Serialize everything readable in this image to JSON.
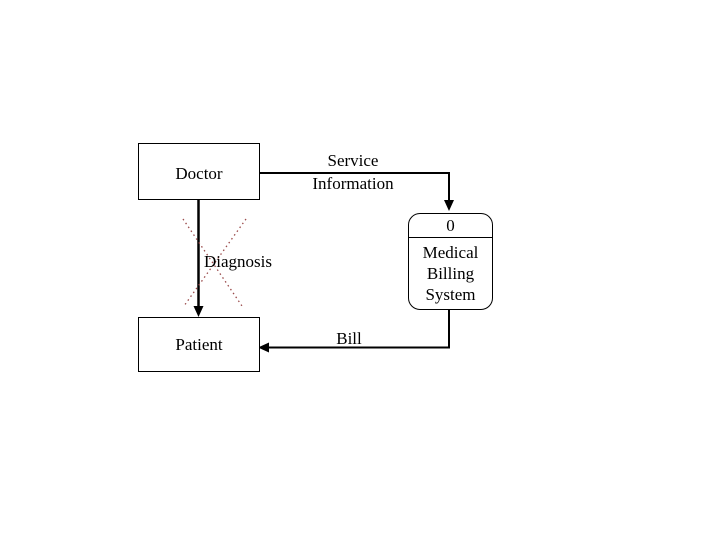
{
  "diagram": {
    "kind": "data-flow-context-diagram",
    "entities": {
      "doctor": {
        "label": "Doctor"
      },
      "patient": {
        "label": "Patient"
      }
    },
    "process": {
      "number": "0",
      "name": "Medical Billing System"
    },
    "flows": {
      "service": {
        "label": "Service Information",
        "from": "doctor",
        "to": "process",
        "crossed_out": false
      },
      "diagnosis": {
        "label": "Diagnosis",
        "from": "doctor",
        "to": "patient",
        "crossed_out": true
      },
      "bill": {
        "label": "Bill",
        "from": "process",
        "to": "patient",
        "crossed_out": false
      }
    },
    "colors": {
      "line": "#000000",
      "crossout": "#9a4a4a",
      "background": "#ffffff"
    }
  }
}
